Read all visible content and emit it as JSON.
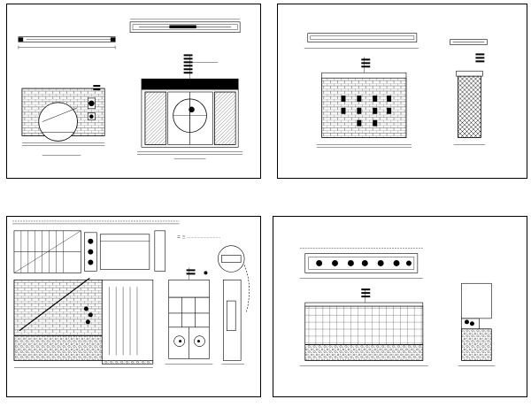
{
  "sheets": [
    {
      "id": "s1",
      "content": "tea-room-elevations",
      "captions": [
        "",
        ""
      ]
    },
    {
      "id": "s2",
      "content": "stone-wall-elevations",
      "captions": [
        "",
        ""
      ]
    },
    {
      "id": "s3",
      "content": "stair-and-cabinet-elevations",
      "captions": [
        "",
        "",
        ""
      ],
      "note": "二 三 ………………………"
    },
    {
      "id": "s4",
      "content": "railing-elevations",
      "captions": [
        "",
        ""
      ]
    }
  ],
  "colors": {
    "line": "#000000",
    "paper": "#ffffff"
  }
}
